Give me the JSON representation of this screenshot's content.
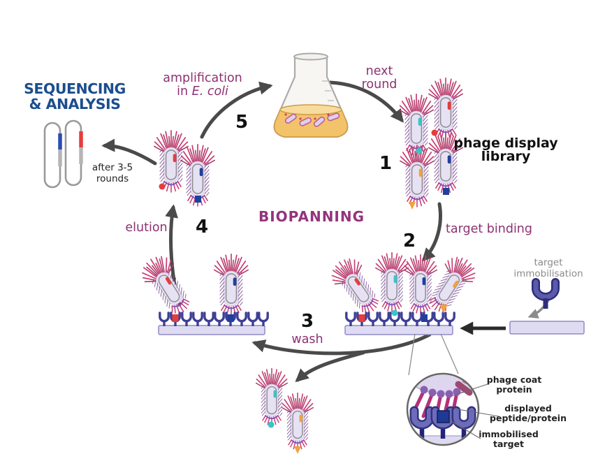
{
  "diagram": {
    "title": "BIOPANNING",
    "labels": {
      "sequencing": "SEQUENCING\n& ANALYSIS",
      "after_rounds": "after 3-5\nrounds",
      "amplification": "amplification",
      "amplification_in": "in",
      "amplification_ecoli": "E. coli",
      "next_round": "next\nround",
      "phage_library": "phage display\nlibrary",
      "target_binding": "target binding",
      "target_immobilisation": "target\nimmobilisation",
      "wash": "wash",
      "elution": "elution",
      "phage_coat": "phage coat\nprotein",
      "displayed_peptide": "displayed\npeptide/protein",
      "immobilised_target": "immobilised\ntarget"
    },
    "steps": {
      "s1": "1",
      "s2": "2",
      "s3": "3",
      "s4": "4",
      "s5": "5"
    },
    "icons": {
      "flask": "erlenmeyer-flask",
      "phage": "bacteriophage",
      "dna": "dna-loop",
      "receptor": "target-receptor",
      "magnifier": "zoom-circle"
    },
    "colors": {
      "label_purple": "#8d3272",
      "title_purple": "#93347c",
      "sequencing_blue": "#1c4e8e",
      "gray_label": "#8a8a8a",
      "arrow": "#4a4a4a",
      "marker_teal": "#3bc4c4",
      "marker_red": "#e63c3c",
      "marker_orange": "#f2a23c",
      "marker_navy": "#203f9e",
      "phage_body": "#e7e1f4",
      "plate": "#dfdbf2",
      "flask_liquid": "#f2c36b"
    }
  }
}
